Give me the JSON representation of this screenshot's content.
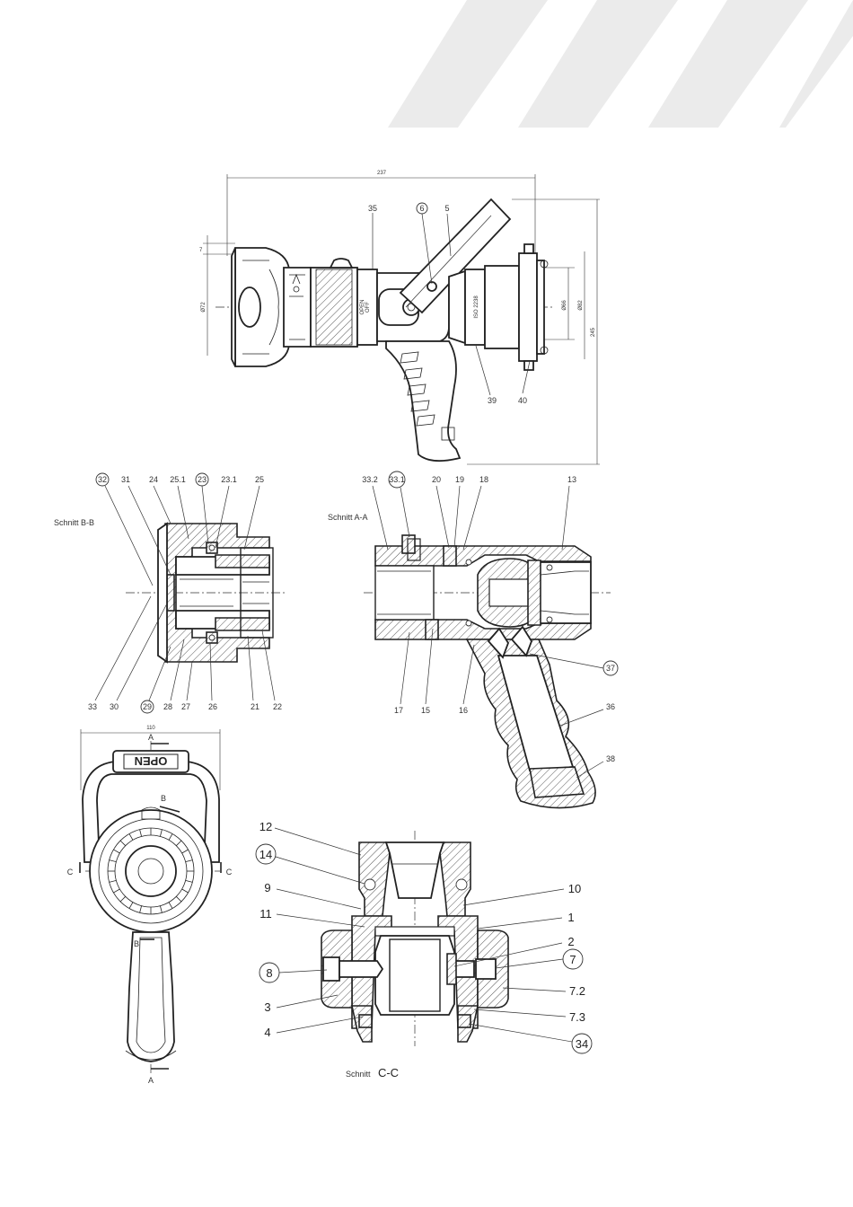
{
  "top_view": {
    "overall_length": "237",
    "overall_height": "245",
    "dim_small": "7",
    "dim_outlet": "Ø72",
    "dim_inlet1": "Ø66",
    "dim_inlet2": "Ø82",
    "labels": [
      "35",
      "6",
      "5",
      "39",
      "40"
    ],
    "body_text": [
      "OFF",
      "OPEN",
      "ISO 2238"
    ]
  },
  "section_bb": {
    "title": "Schnitt B-B",
    "labels_top": [
      "32",
      "31",
      "24",
      "25.1",
      "23",
      "23.1",
      "25"
    ],
    "labels_bottom": [
      "33",
      "30",
      "29",
      "28",
      "27",
      "26",
      "21",
      "22"
    ]
  },
  "section_aa": {
    "title": "Schnitt A-A",
    "labels_top": [
      "33.2",
      "33.1",
      "20",
      "19",
      "18",
      "13"
    ],
    "labels_bottom": [
      "17",
      "15",
      "16"
    ],
    "labels_right": [
      "37",
      "36",
      "38"
    ]
  },
  "front_view": {
    "width_dim": "110",
    "handle_text": "OPEN",
    "cut_labels": [
      "A",
      "A",
      "B",
      "B",
      "C",
      "C"
    ]
  },
  "section_cc": {
    "title_prefix": "Schnitt",
    "title_suffix": "C-C",
    "labels_left": [
      "12",
      "14",
      "9",
      "11",
      "8",
      "3",
      "4"
    ],
    "labels_right": [
      "10",
      "1",
      "2",
      "7",
      "7.2",
      "7.3",
      "34"
    ]
  },
  "colors": {
    "stripe": "#ebebeb",
    "line": "#222222"
  }
}
